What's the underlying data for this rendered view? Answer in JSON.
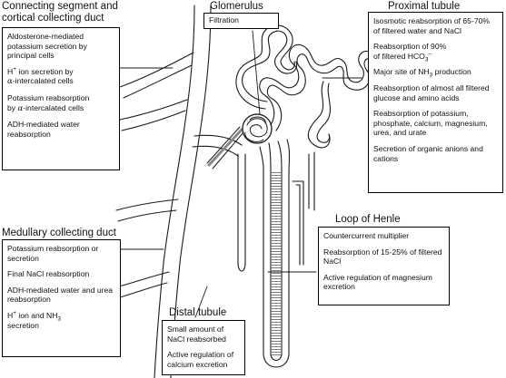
{
  "titles": {
    "connecting": "Connecting segment and cortical collecting duct",
    "glomerulus": "Glomerulus",
    "proximal": "Proximal tubule",
    "loop": "Loop of Henle",
    "medullary": "Medullary collecting duct",
    "distal": "Distal tubule"
  },
  "boxes": {
    "filtration": "Filtration",
    "connecting": {
      "aldosterone": "Aldosterone-mediated potassium secretion by principal cells",
      "h_secretion_pre": "H",
      "h_secretion_sup": "+",
      "h_secretion_post": " ion secretion by",
      "h_secretion_greek": "α",
      "h_secretion_tail": "-intercalated cells",
      "k_reabs_line1": "Potassium reabsorption",
      "k_reabs_by": "by ",
      "k_reabs_greek": "α",
      "k_reabs_tail": "-intercalated cells",
      "adh": "ADH-mediated water reabsorption"
    },
    "proximal": {
      "isosmotic": "Isosmotic reabsorption of 65-70% of filtered water and NaCl",
      "bicarb_pre": "Reabsorption of 90%",
      "bicarb_of": "of filtered HCO",
      "bicarb_sub": "3",
      "bicarb_sup": "–",
      "nh3_pre": "Major site of NH",
      "nh3_sub": "3",
      "nh3_post": " production",
      "glucose": "Reabsorption of almost all filtered glucose and amino acids",
      "potassium": "Reabsorption of potassium, phosphate, calcium, magnesium, urea, and urate",
      "organic": "Secretion of organic anions and cations"
    },
    "loop": {
      "countercurrent": "Countercurrent multiplier",
      "nacl": "Reabsorption of 15-25% of filtered NaCl",
      "magnesium": "Active regulation of magnesium excretion"
    },
    "medullary": {
      "potassium": "Potassium reabsorption or secretion",
      "nacl": "Final NaCl reabsorption",
      "adh": "ADH-mediated water and urea reabsorption",
      "h_pre": "H",
      "h_sup": "+",
      "h_mid": " ion and NH",
      "h_sub": "3",
      "h_post": "secretion"
    },
    "distal": {
      "nacl": "Small amount of NaCl reabsorbed",
      "calcium": "Active regulation of calcium excretion"
    }
  },
  "colors": {
    "line": "#1a1a1a",
    "hatch": "#555555",
    "background": "#ffffff"
  }
}
